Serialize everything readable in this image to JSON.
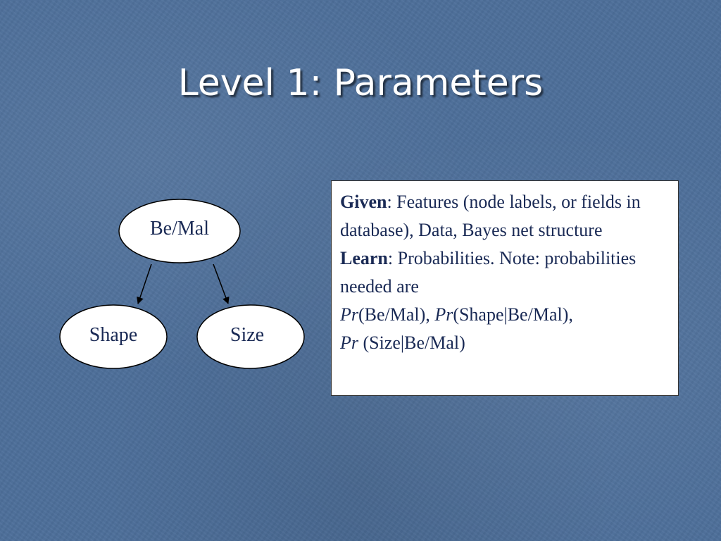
{
  "slide": {
    "title": "Level 1: Parameters"
  },
  "diagram": {
    "nodes": {
      "root": "Be/Mal",
      "left_child": "Shape",
      "right_child": "Size"
    }
  },
  "info_box": {
    "given_keyword": "Given",
    "given_text": ": Features (node labels, or fields in database), Data, Bayes net structure",
    "learn_keyword": "Learn",
    "learn_text": ": Probabilities.  Note: probabilities needed are",
    "pr_symbol": "Pr",
    "term1": "(Be/Mal), ",
    "term2": "(Shape|Be/Mal),",
    "term3": " (Size|Be/Mal)"
  },
  "colors": {
    "background": "#4d6f9a",
    "title_text": "#ffffff",
    "body_text": "#1a2a55"
  }
}
